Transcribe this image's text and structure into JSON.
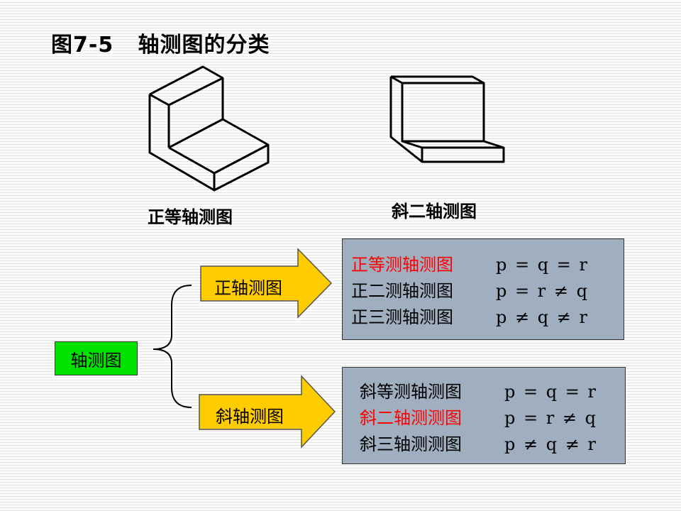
{
  "title": "图7-5   轴测图的分类",
  "figures": {
    "left_caption": "正等轴测图",
    "right_caption": "斜二轴测图"
  },
  "tree": {
    "root_label": "轴测图",
    "branch_top_label": "正轴测图",
    "branch_bottom_label": "斜轴测图",
    "root_color": "#00e300",
    "arrow_color": "#ffcc00",
    "panel_color": "#9fafbf",
    "highlight_color": "#ff0000"
  },
  "panel_top": [
    {
      "name": "正等测轴测图",
      "formula": "p = q = r",
      "highlight": true
    },
    {
      "name": "正二测轴测图",
      "formula": "p = r ≠ q",
      "highlight": false
    },
    {
      "name": "正三测轴测图",
      "formula": "p ≠ q ≠ r",
      "highlight": false
    }
  ],
  "panel_bottom": [
    {
      "name": "斜等测轴测图",
      "formula": "p = q = r",
      "highlight": false
    },
    {
      "name": "斜二轴测测图",
      "formula": "p = r ≠ q",
      "highlight": true
    },
    {
      "name": "斜三轴测测图",
      "formula": "p ≠ q ≠ r",
      "highlight": false
    }
  ]
}
